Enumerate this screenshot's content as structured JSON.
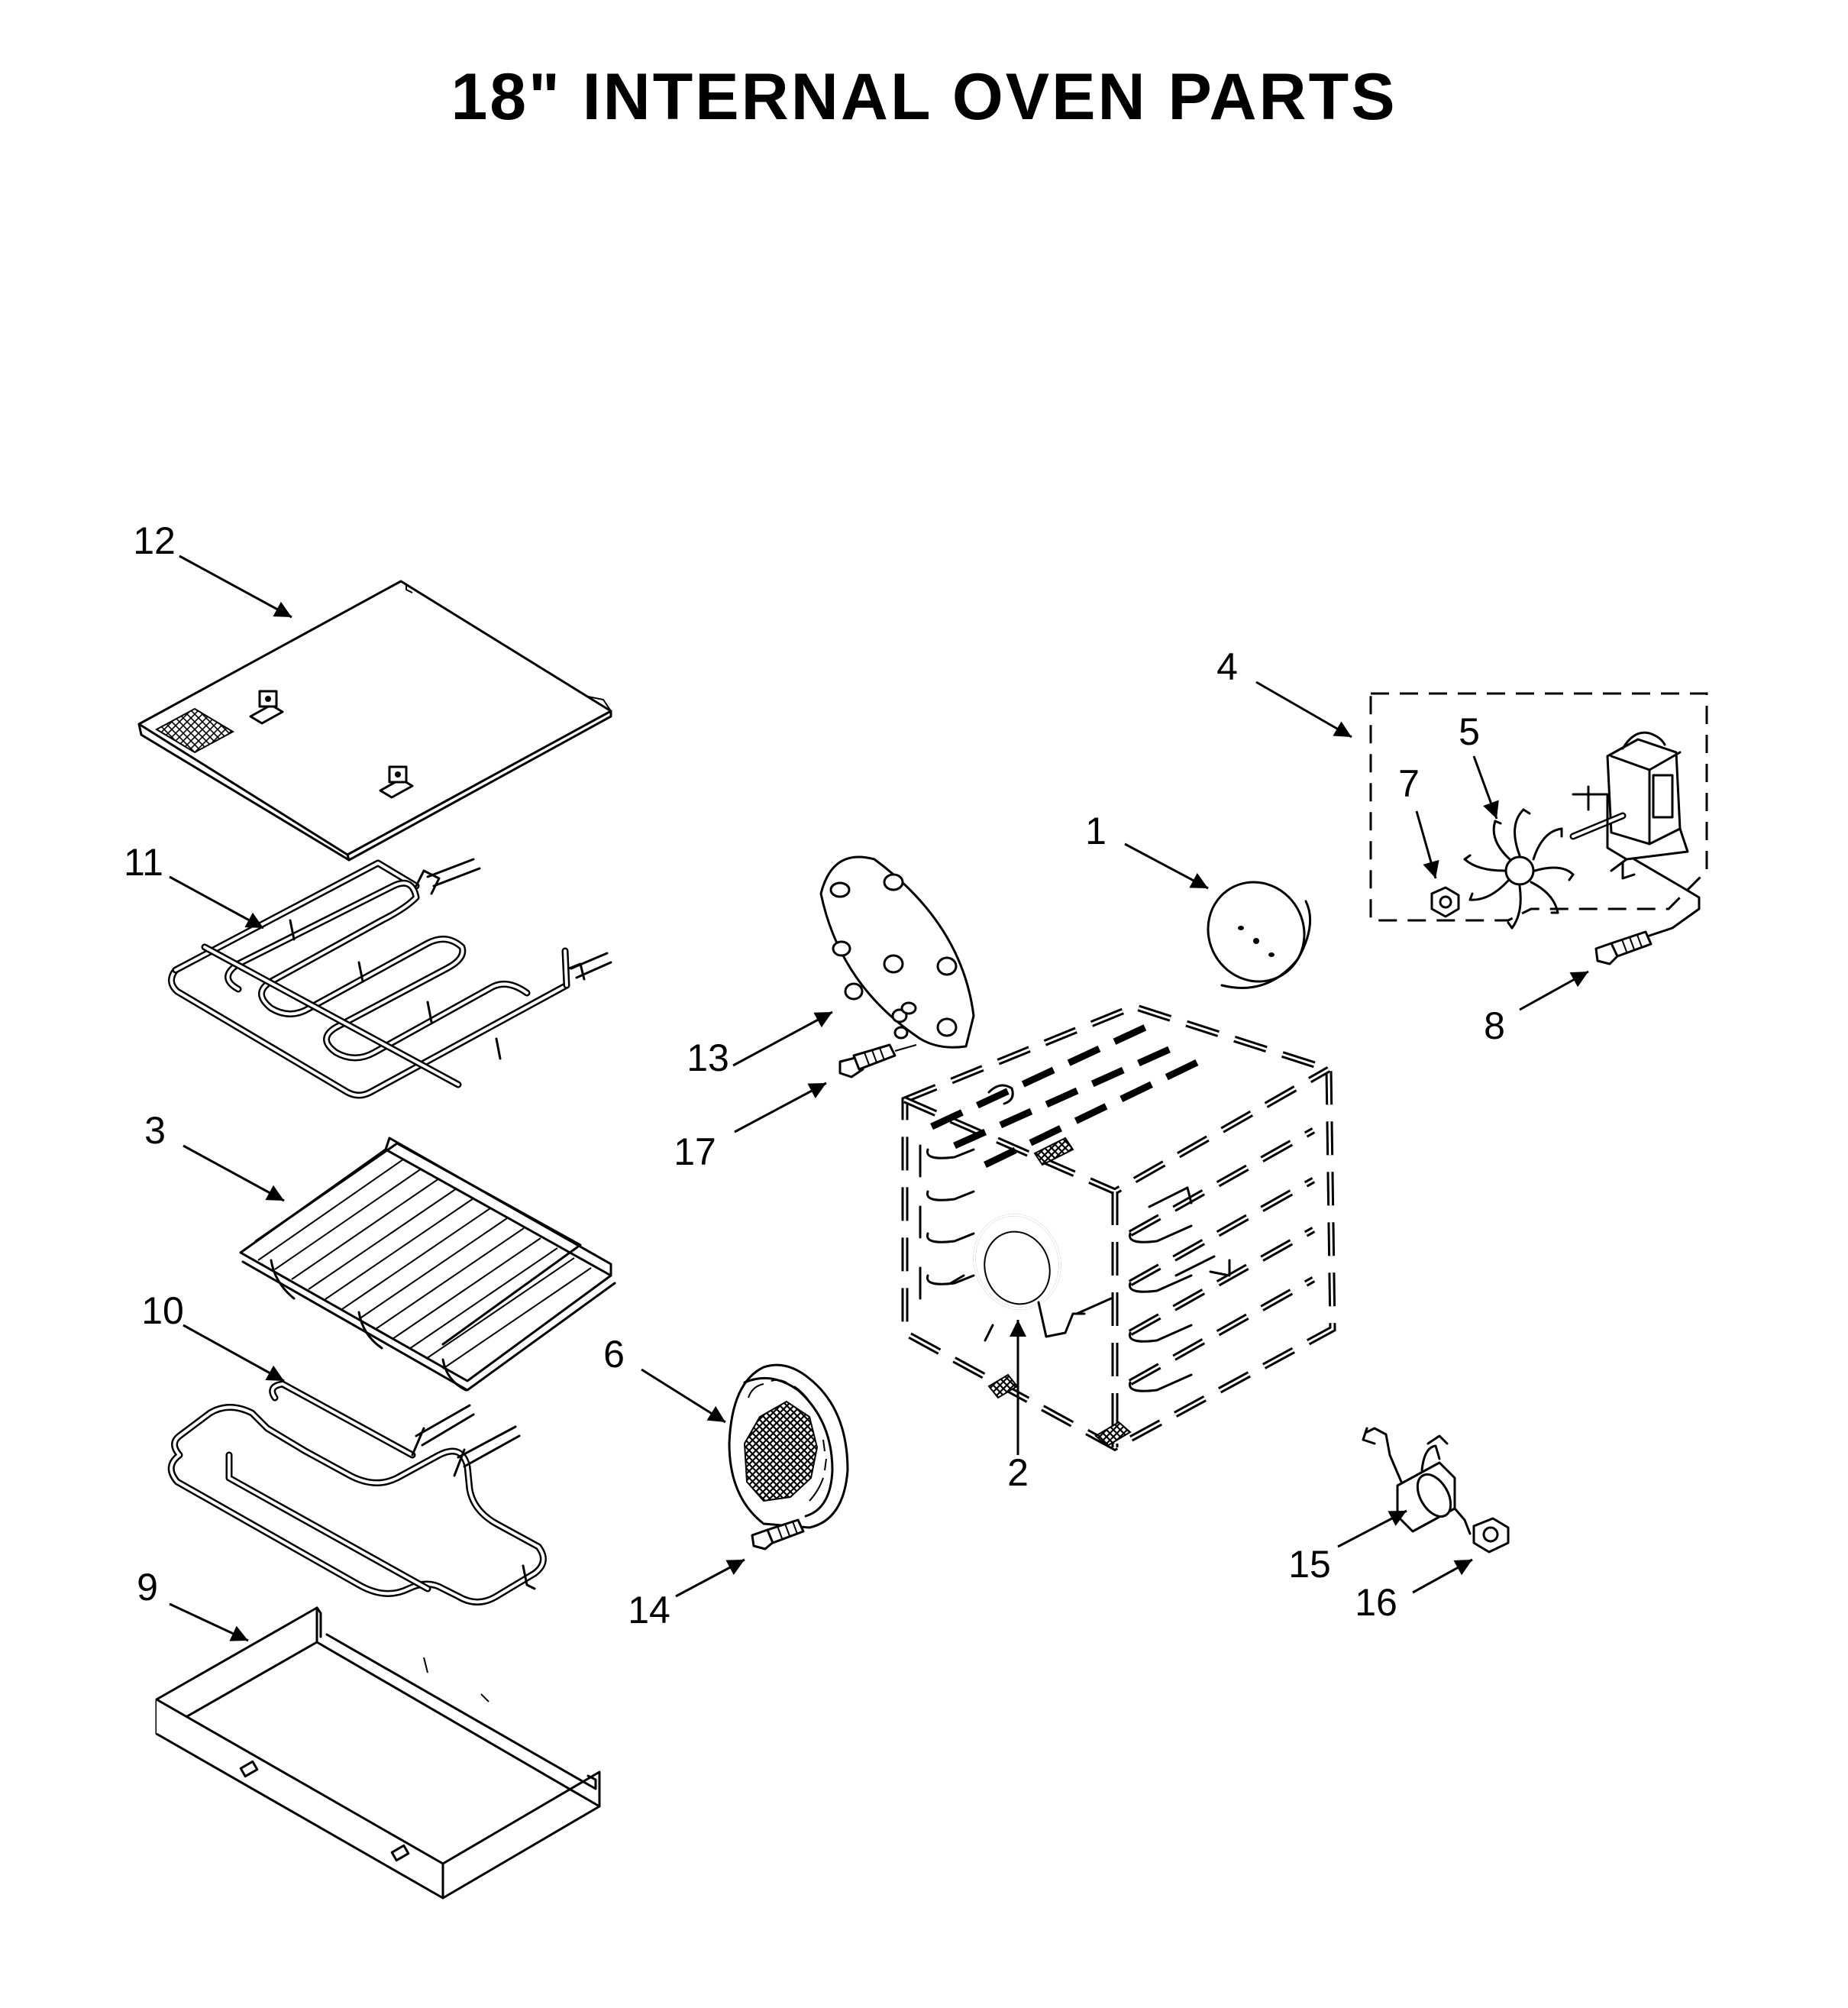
{
  "title": "18\" INTERNAL OVEN PARTS",
  "callouts": {
    "c1": "1",
    "c2": "2",
    "c3": "3",
    "c4": "4",
    "c5": "5",
    "c6": "6",
    "c7": "7",
    "c8": "8",
    "c9": "9",
    "c10": "10",
    "c11": "11",
    "c12": "12",
    "c13": "13",
    "c14": "14",
    "c15": "15",
    "c16": "16",
    "c17": "17"
  }
}
